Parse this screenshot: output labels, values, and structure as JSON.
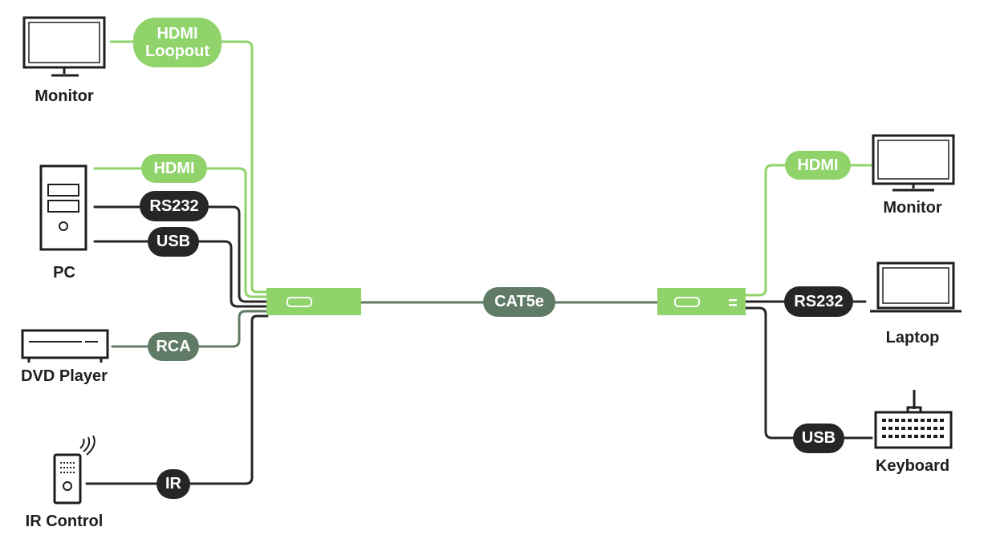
{
  "devices": {
    "monitor_left": {
      "label": "Monitor",
      "icon": "monitor-icon"
    },
    "pc": {
      "label": "PC",
      "icon": "pc-tower-icon"
    },
    "dvd": {
      "label": "DVD Player",
      "icon": "dvd-player-icon"
    },
    "ir_control": {
      "label": "IR Control",
      "icon": "remote-control-icon"
    },
    "monitor_right": {
      "label": "Monitor",
      "icon": "monitor-icon"
    },
    "laptop": {
      "label": "Laptop",
      "icon": "laptop-icon"
    },
    "keyboard": {
      "label": "Keyboard",
      "icon": "keyboard-icon"
    }
  },
  "connections": {
    "hdmi_loopout": {
      "line1": "HDMI",
      "line2": "Loopout"
    },
    "pc_hdmi": "HDMI",
    "pc_rs232": "RS232",
    "pc_usb": "USB",
    "dvd_rca": "RCA",
    "ir": "IR",
    "link": "CAT5e",
    "rx_hdmi": "HDMI",
    "rx_rs232": "RS232",
    "rx_usb": "USB"
  },
  "units": {
    "transmitter": {
      "icon": "transmitter-unit-icon"
    },
    "receiver": {
      "icon": "receiver-unit-icon"
    }
  },
  "colors": {
    "green": "#8fd36a",
    "dark": "#262626",
    "slate": "#5f7a65",
    "outline": "#1e1e1e"
  }
}
